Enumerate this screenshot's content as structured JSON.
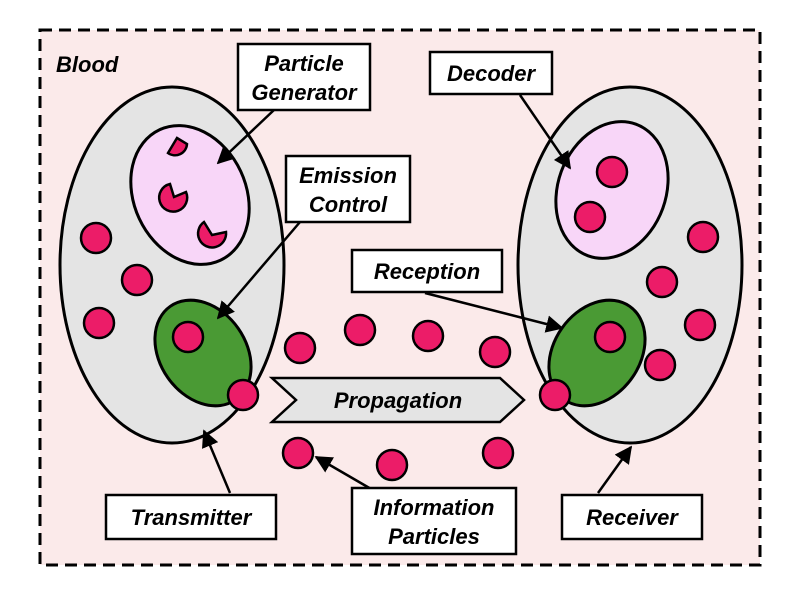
{
  "labels": {
    "blood": "Blood",
    "particle_generator_line1": "Particle",
    "particle_generator_line2": "Generator",
    "decoder": "Decoder",
    "emission_control_line1": "Emission",
    "emission_control_line2": "Control",
    "reception": "Reception",
    "propagation": "Propagation",
    "transmitter": "Transmitter",
    "information_particles_line1": "Information",
    "information_particles_line2": "Particles",
    "receiver": "Receiver"
  },
  "colors": {
    "background": "#fbeaea",
    "cell": "#e4e4e4",
    "organelle": "#f8d6f8",
    "control_unit": "#4a9a34",
    "particle": "#ec1c68",
    "propagation_arrow": "#e4e4e4"
  }
}
